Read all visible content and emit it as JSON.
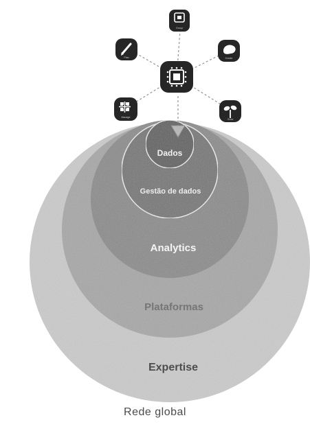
{
  "diagram": {
    "rings": {
      "expertise": "Expertise",
      "plataformas": "Plataformas",
      "analytics": "Analytics",
      "gestao": "Gestão de dados",
      "dados": "Dados"
    },
    "footer": "Rede global",
    "hub": {
      "icon": "grid-chip-icon"
    },
    "satellites": [
      {
        "icon": "frame-icon",
        "label": "Group"
      },
      {
        "icon": "pen-icon",
        "label": "Plan"
      },
      {
        "icon": "shape-icon",
        "label": "Create"
      },
      {
        "icon": "apps-icon",
        "label": "Manage"
      },
      {
        "icon": "sprout-icon",
        "label": "Grow"
      }
    ],
    "colors": {
      "outer_ring": "#c8c8c8",
      "ring2": "#a4a4a4",
      "ring3": "#8a8a8a",
      "ring4": "#727272",
      "ring5": "#5c5c5c",
      "node": "#262626"
    }
  }
}
